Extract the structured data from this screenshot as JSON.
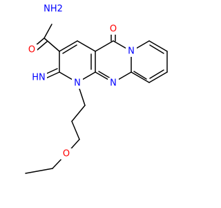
{
  "colors": {
    "bond": "#000000",
    "nitrogen": "#0000ff",
    "oxygen": "#ff0000",
    "background": "#ffffff"
  },
  "atoms": {
    "amide_nh2": "NH2",
    "amide_oxygen": "O",
    "imine_nh": "HN",
    "ring_n1": "N",
    "ring_n_bridge": "N",
    "ring_n_fused": "N",
    "ketone_oxygen": "O",
    "ether_oxygen": "O"
  }
}
